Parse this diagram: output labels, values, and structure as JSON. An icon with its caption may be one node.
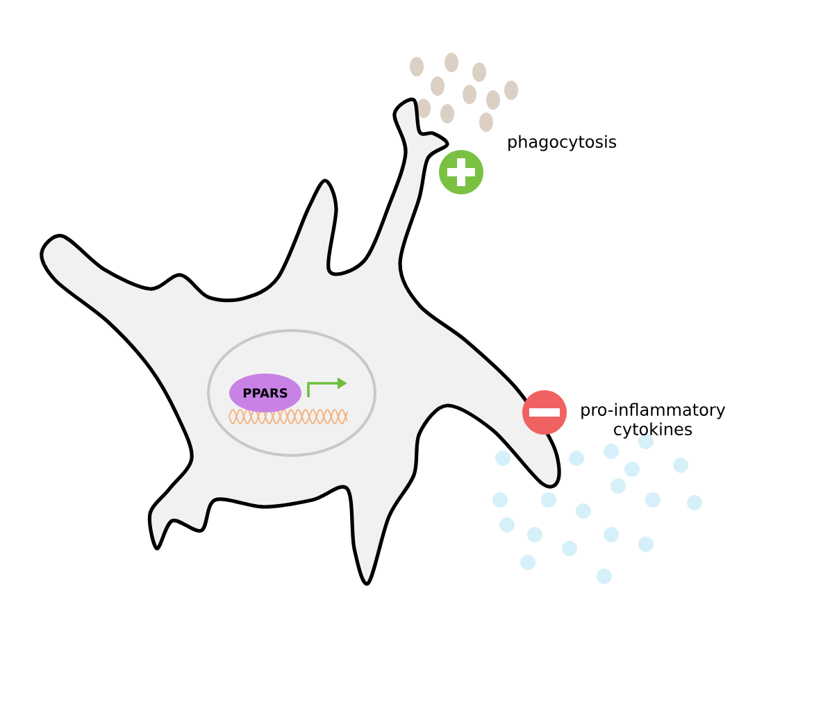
{
  "diagram": {
    "nodes": [
      {
        "text": [
          "PPARS"
        ]
      }
    ],
    "edges": [],
    "labels": [
      "phagocytosis",
      "pro-inflammatory cytokines"
    ]
  }
}
